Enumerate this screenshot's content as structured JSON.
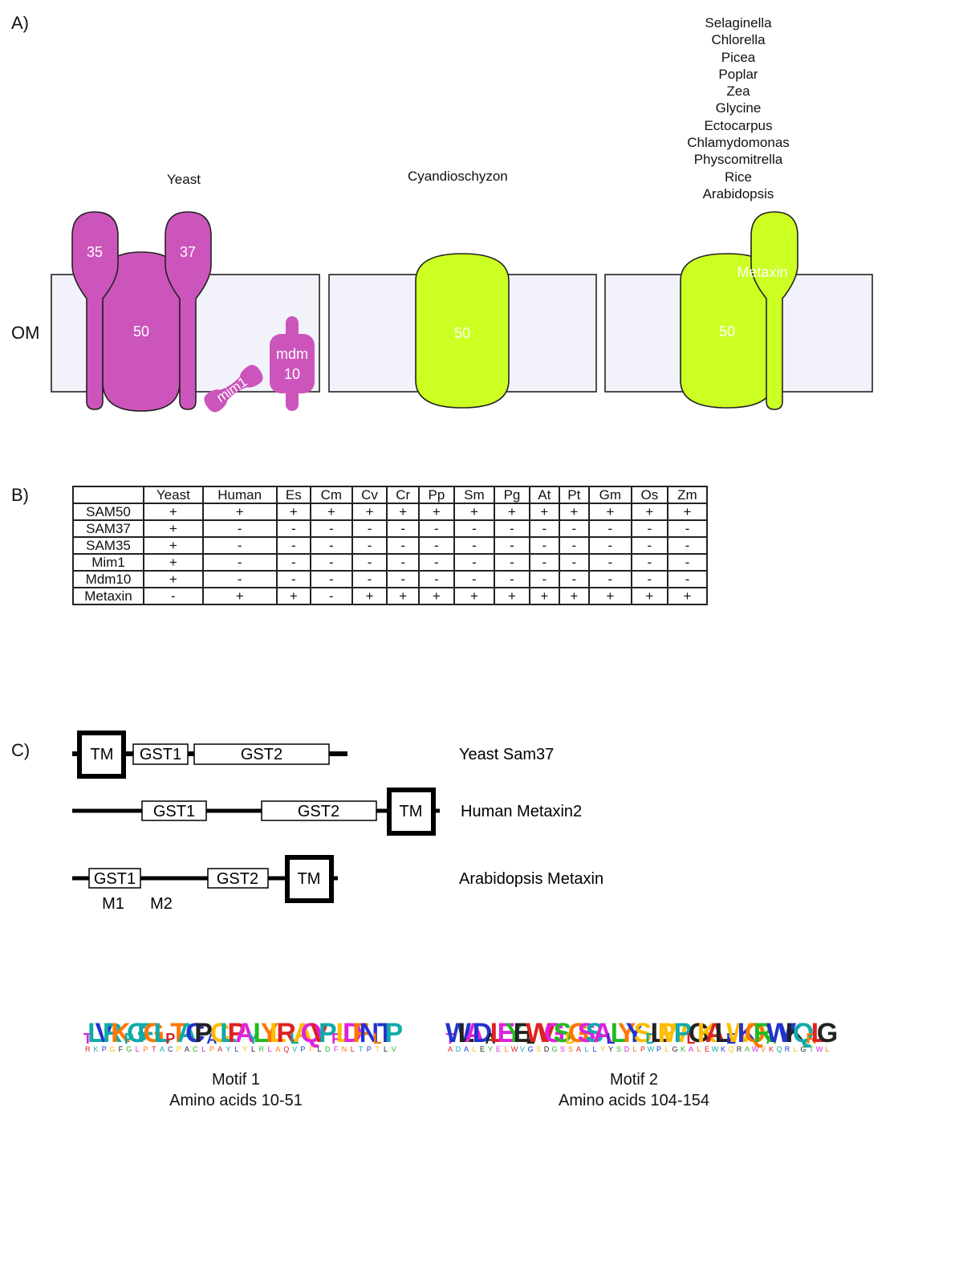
{
  "panel_labels": {
    "a": "A)",
    "b": "B)",
    "c": "C)"
  },
  "panel_a": {
    "om_label": "OM",
    "yeast": {
      "title": "Yeast",
      "labels": {
        "sam35": "35",
        "sam37": "37",
        "sam50": "50",
        "mim1": "mim1",
        "mdm_line1": "mdm",
        "mdm_line2": "10"
      }
    },
    "cyanidioschyzon": {
      "title": "Cyandioschyzon",
      "sam50": "50"
    },
    "plants": {
      "species": [
        "Selaginella",
        "Chlorella",
        "Picea",
        "Poplar",
        "Zea",
        "Glycine",
        "Ectocarpus",
        "Chlamydomonas",
        "Physcomitrella",
        "Rice",
        "Arabidopsis"
      ],
      "sam50": "50",
      "metaxin": "Metaxin"
    },
    "colors": {
      "yeast_protein": "#cc55bb",
      "plant_protein": "#ccff22",
      "membrane": "#f2f2fa"
    }
  },
  "panel_b": {
    "columns": [
      "",
      "Yeast",
      "Human",
      "Es",
      "Cm",
      "Cv",
      "Cr",
      "Pp",
      "Sm",
      "Pg",
      "At",
      "Pt",
      "Gm",
      "Os",
      "Zm"
    ],
    "rows": [
      {
        "name": "SAM50",
        "cells": [
          "+",
          "+",
          "+",
          "+",
          "+",
          "+",
          "+",
          "+",
          "+",
          "+",
          "+",
          "+",
          "+",
          "+"
        ]
      },
      {
        "name": "SAM37",
        "cells": [
          "+",
          "-",
          "-",
          "-",
          "-",
          "-",
          "-",
          "-",
          "-",
          "-",
          "-",
          "-",
          "-",
          "-"
        ]
      },
      {
        "name": "SAM35",
        "cells": [
          "+",
          "-",
          "-",
          "-",
          "-",
          "-",
          "-",
          "-",
          "-",
          "-",
          "-",
          "-",
          "-",
          "-"
        ]
      },
      {
        "name": "Mim1",
        "cells": [
          "+",
          "-",
          "-",
          "-",
          "-",
          "-",
          "-",
          "-",
          "-",
          "-",
          "-",
          "-",
          "-",
          "-"
        ]
      },
      {
        "name": "Mdm10",
        "cells": [
          "+",
          "-",
          "-",
          "-",
          "-",
          "-",
          "-",
          "-",
          "-",
          "-",
          "-",
          "-",
          "-",
          "-"
        ]
      },
      {
        "name": "Metaxin",
        "cells": [
          "-",
          "+",
          "+",
          "-",
          "+",
          "+",
          "+",
          "+",
          "+",
          "+",
          "+",
          "+",
          "+",
          "+"
        ]
      }
    ]
  },
  "panel_c": {
    "yeast_sam37": {
      "tm": "TM",
      "gst1": "GST1",
      "gst2": "GST2",
      "label": "Yeast Sam37"
    },
    "human_metaxin2": {
      "gst1": "GST1",
      "gst2": "GST2",
      "tm": "TM",
      "label": "Human Metaxin2"
    },
    "arabidopsis_metaxin": {
      "gst1": "GST1",
      "gst2": "GST2",
      "tm": "TM",
      "label": "Arabidopsis Metaxin",
      "m1": "M1",
      "m2": "M2"
    }
  },
  "motifs": [
    {
      "title": "Motif 1",
      "range": "Amino acids 10-51",
      "letters": "TLVRKPGFGLPTACPACLPAYLYLRLAQVPFLDFNLTP"
    },
    {
      "title": "Motif 2",
      "range": "Amino acids 104-154",
      "letters": "TWLADALEYELWVGSDGSSALLYYSDLPWPLGKALEWKQRAWVKQRLG"
    }
  ],
  "motif_palette": [
    "#2233cc",
    "#22bb22",
    "#dd2222",
    "#ffbb00",
    "#dd22dd",
    "#11aaaa",
    "#222222",
    "#ff7700"
  ]
}
